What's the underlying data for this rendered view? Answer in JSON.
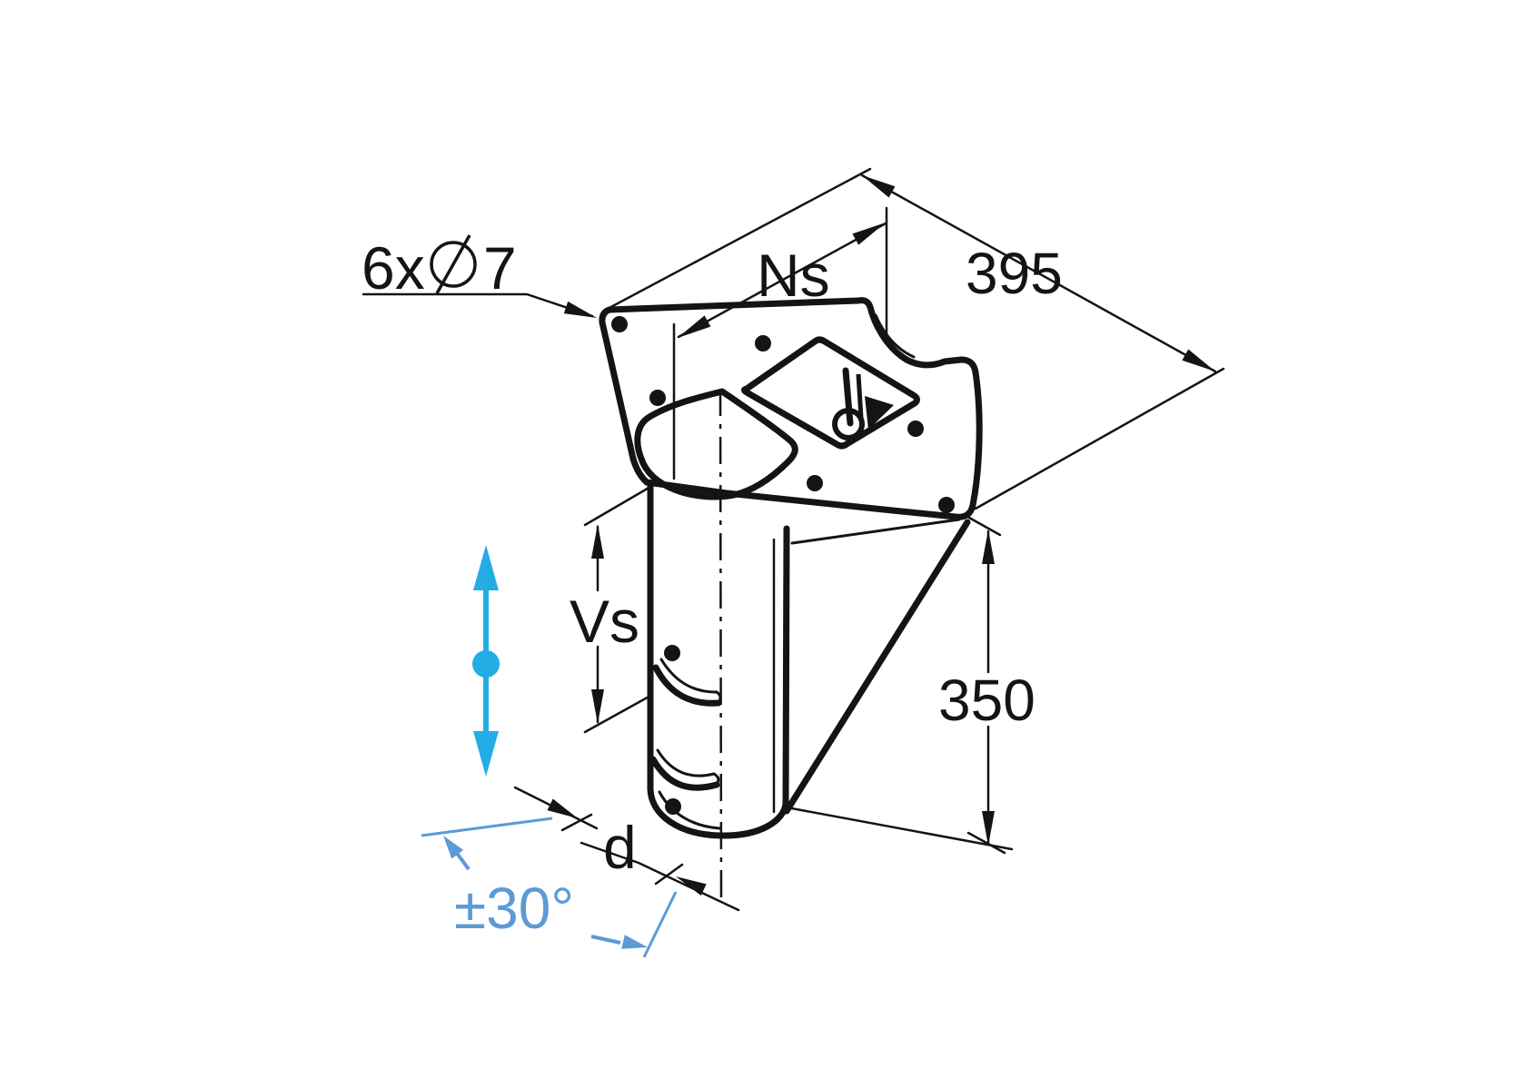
{
  "labels": {
    "holes_count": "6x",
    "holes_diameter": "7",
    "ns_dimension": "Ns",
    "depth_dimension": "395",
    "vs_dimension": "Vs",
    "height_dimension": "350",
    "tube_diameter": "d",
    "swivel_angle": "±30°"
  },
  "colors": {
    "ink": "#141414",
    "cyan": "#24ACE4",
    "blue": "#5B9BD5",
    "bg": "#ffffff"
  }
}
